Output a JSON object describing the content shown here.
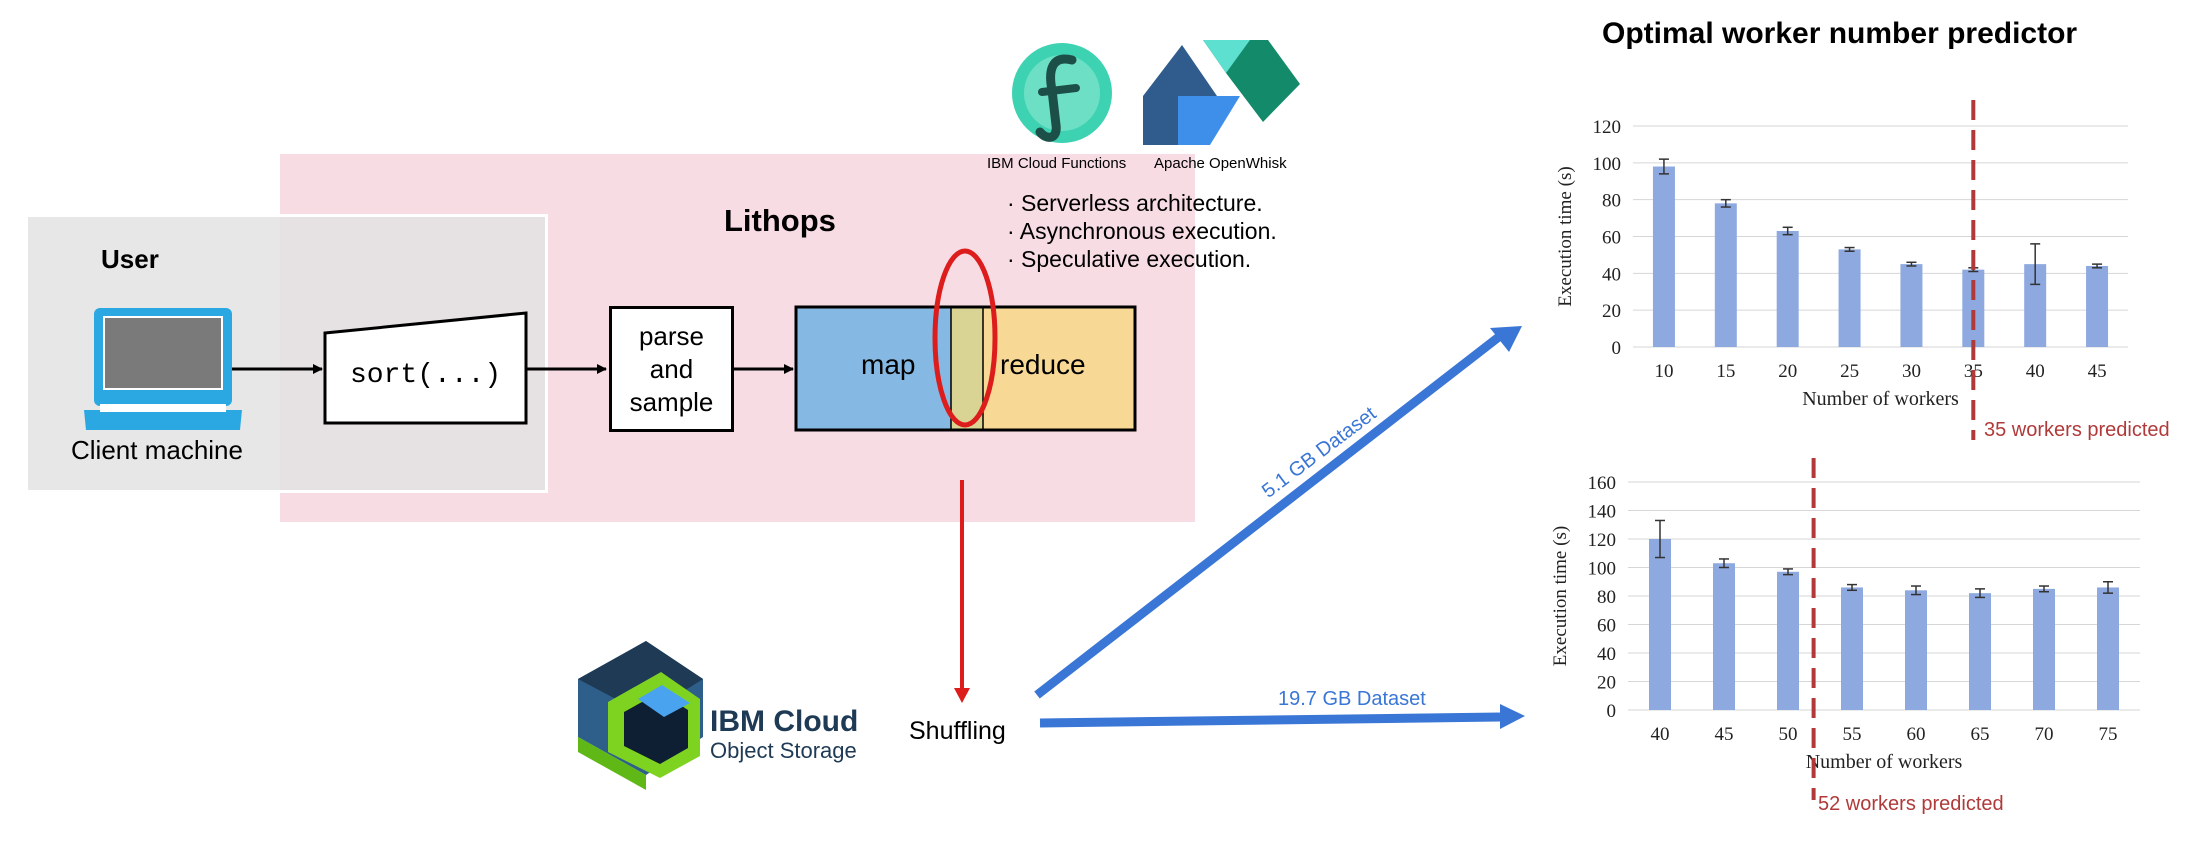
{
  "title": "Optimal worker number predictor",
  "lithops": {
    "label": "Lithops"
  },
  "user": {
    "label": "User",
    "client": "Client machine"
  },
  "steps": {
    "sort": "sort(...)",
    "parse": [
      "parse",
      "and",
      "sample"
    ],
    "map": "map",
    "reduce": "reduce"
  },
  "providers": {
    "ibm_functions": "IBM Cloud Functions",
    "openwhisk": "Apache OpenWhisk",
    "features": [
      "· Serverless architecture.",
      "· Asynchronous execution.",
      "· Speculative execution."
    ]
  },
  "storage": {
    "brand": "IBM Cloud",
    "product": "Object Storage"
  },
  "shuffling": "Shuffling",
  "arrows": {
    "upper": "5.1 GB Dataset",
    "lower": "19.7 GB Dataset"
  },
  "colors": {
    "lithops_bg": "#f7dce4",
    "user_bg": "#e6e6e6",
    "map": "#85b9e3",
    "reduce": "#f7d895",
    "overlap": "#d9d494",
    "red": "#dd1c1c",
    "arrow_blue": "#3a76d6",
    "bar": "#8ea9e0",
    "predict": "#b03a3a"
  },
  "chart_data": [
    {
      "type": "bar",
      "categories": [
        "10",
        "15",
        "20",
        "25",
        "30",
        "35",
        "40",
        "45"
      ],
      "values": [
        98,
        78,
        63,
        53,
        45,
        42,
        45,
        44
      ],
      "errors": [
        4,
        2,
        2,
        1,
        1,
        1,
        11,
        1
      ],
      "xlabel": "Number of workers",
      "ylabel": "Execution time (s)",
      "ylim": [
        0,
        120
      ],
      "yticks": [
        "0",
        "20",
        "40",
        "60",
        "80",
        "100",
        "120"
      ],
      "grid": true,
      "prediction": {
        "value": 35,
        "label": "35 workers predicted"
      }
    },
    {
      "type": "bar",
      "categories": [
        "40",
        "45",
        "50",
        "55",
        "60",
        "65",
        "70",
        "75"
      ],
      "values": [
        120,
        103,
        97,
        86,
        84,
        82,
        85,
        86
      ],
      "errors": [
        13,
        3,
        2,
        2,
        3,
        3,
        2,
        4
      ],
      "xlabel": "Number of workers",
      "ylabel": "Execution time (s)",
      "ylim": [
        0,
        160
      ],
      "yticks": [
        "0",
        "20",
        "40",
        "60",
        "80",
        "100",
        "120",
        "140",
        "160"
      ],
      "grid": true,
      "prediction": {
        "value": 52,
        "label": "52 workers predicted"
      }
    }
  ]
}
